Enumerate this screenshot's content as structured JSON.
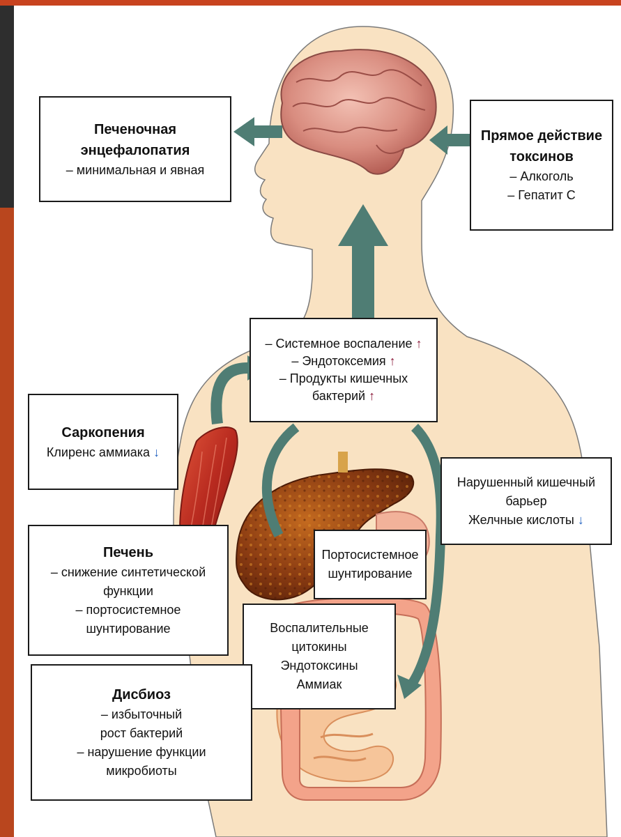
{
  "colors": {
    "body_fill": "#f9e2c2",
    "arrow": "#4f7d74",
    "up_arrow": "#8b1a3a",
    "down_arrow": "#1f5fbf",
    "accent": "#c8431f"
  },
  "boxes": {
    "encephalopathy": {
      "title_line1": "Печеночная",
      "title_line2": "энцефалопатия",
      "line1": "– минимальная и явная"
    },
    "toxins": {
      "title_line1": "Прямое действие",
      "title_line2": "токсинов",
      "line1": "– Алкоголь",
      "line2": "– Гепатит С"
    },
    "systemic": {
      "line1": "– Системное воспаление",
      "line2": "– Эндотоксемия",
      "line3": "– Продукты кишечных",
      "line4": "бактерий",
      "up_arrow": "↑"
    },
    "sarcopenia": {
      "title": "Саркопения",
      "line1": "Клиренс аммиака",
      "down_arrow": "↓"
    },
    "barrier": {
      "line1": "Нарушенный кишечный",
      "line2": "барьер",
      "line3": "Желчные кислоты",
      "down_arrow": "↓"
    },
    "liver": {
      "title": "Печень",
      "line1": "– снижение синтетической",
      "line2": "функции",
      "line3": "– портосистемное",
      "line4": "шунтирование"
    },
    "portosystemic": {
      "line1": "Портосистемное",
      "line2": "шунтирование"
    },
    "inflammatory": {
      "line1": "Воспалительные",
      "line2": "цитокины",
      "line3": "Эндотоксины",
      "line4": "Аммиак"
    },
    "dysbiosis": {
      "title": "Дисбиоз",
      "line1": "– избыточный",
      "line2": "рост бактерий",
      "line3": "– нарушение функции",
      "line4": "микробиоты"
    }
  }
}
